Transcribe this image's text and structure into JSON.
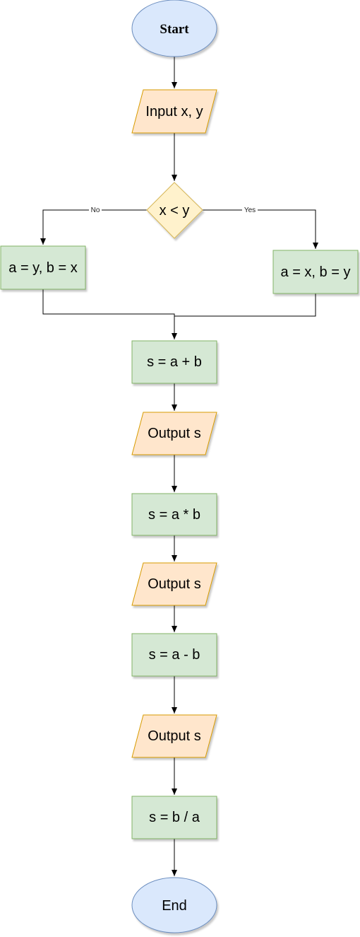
{
  "nodes": {
    "start": "Start",
    "input": "Input x, y",
    "decision": "x < y",
    "branch_no": "a = y, b = x",
    "branch_yes": "a = x, b = y",
    "sum": "s = a + b",
    "output_sum": "Output s",
    "product": "s = a * b",
    "output_product": "Output s",
    "difference": "s = a - b",
    "output_difference": "Output s",
    "quotient": "s = b / a",
    "end": "End"
  },
  "edges": {
    "no_label": "No",
    "yes_label": "Yes"
  },
  "colors": {
    "terminal_fill": "#dae8fc",
    "terminal_stroke": "#6c8ebf",
    "io_fill": "#ffe6cc",
    "io_stroke": "#d79b00",
    "process_fill": "#d5e8d4",
    "process_stroke": "#82b366",
    "decision_fill": "#fff2cc",
    "decision_stroke": "#d6b656",
    "line": "#000000"
  }
}
